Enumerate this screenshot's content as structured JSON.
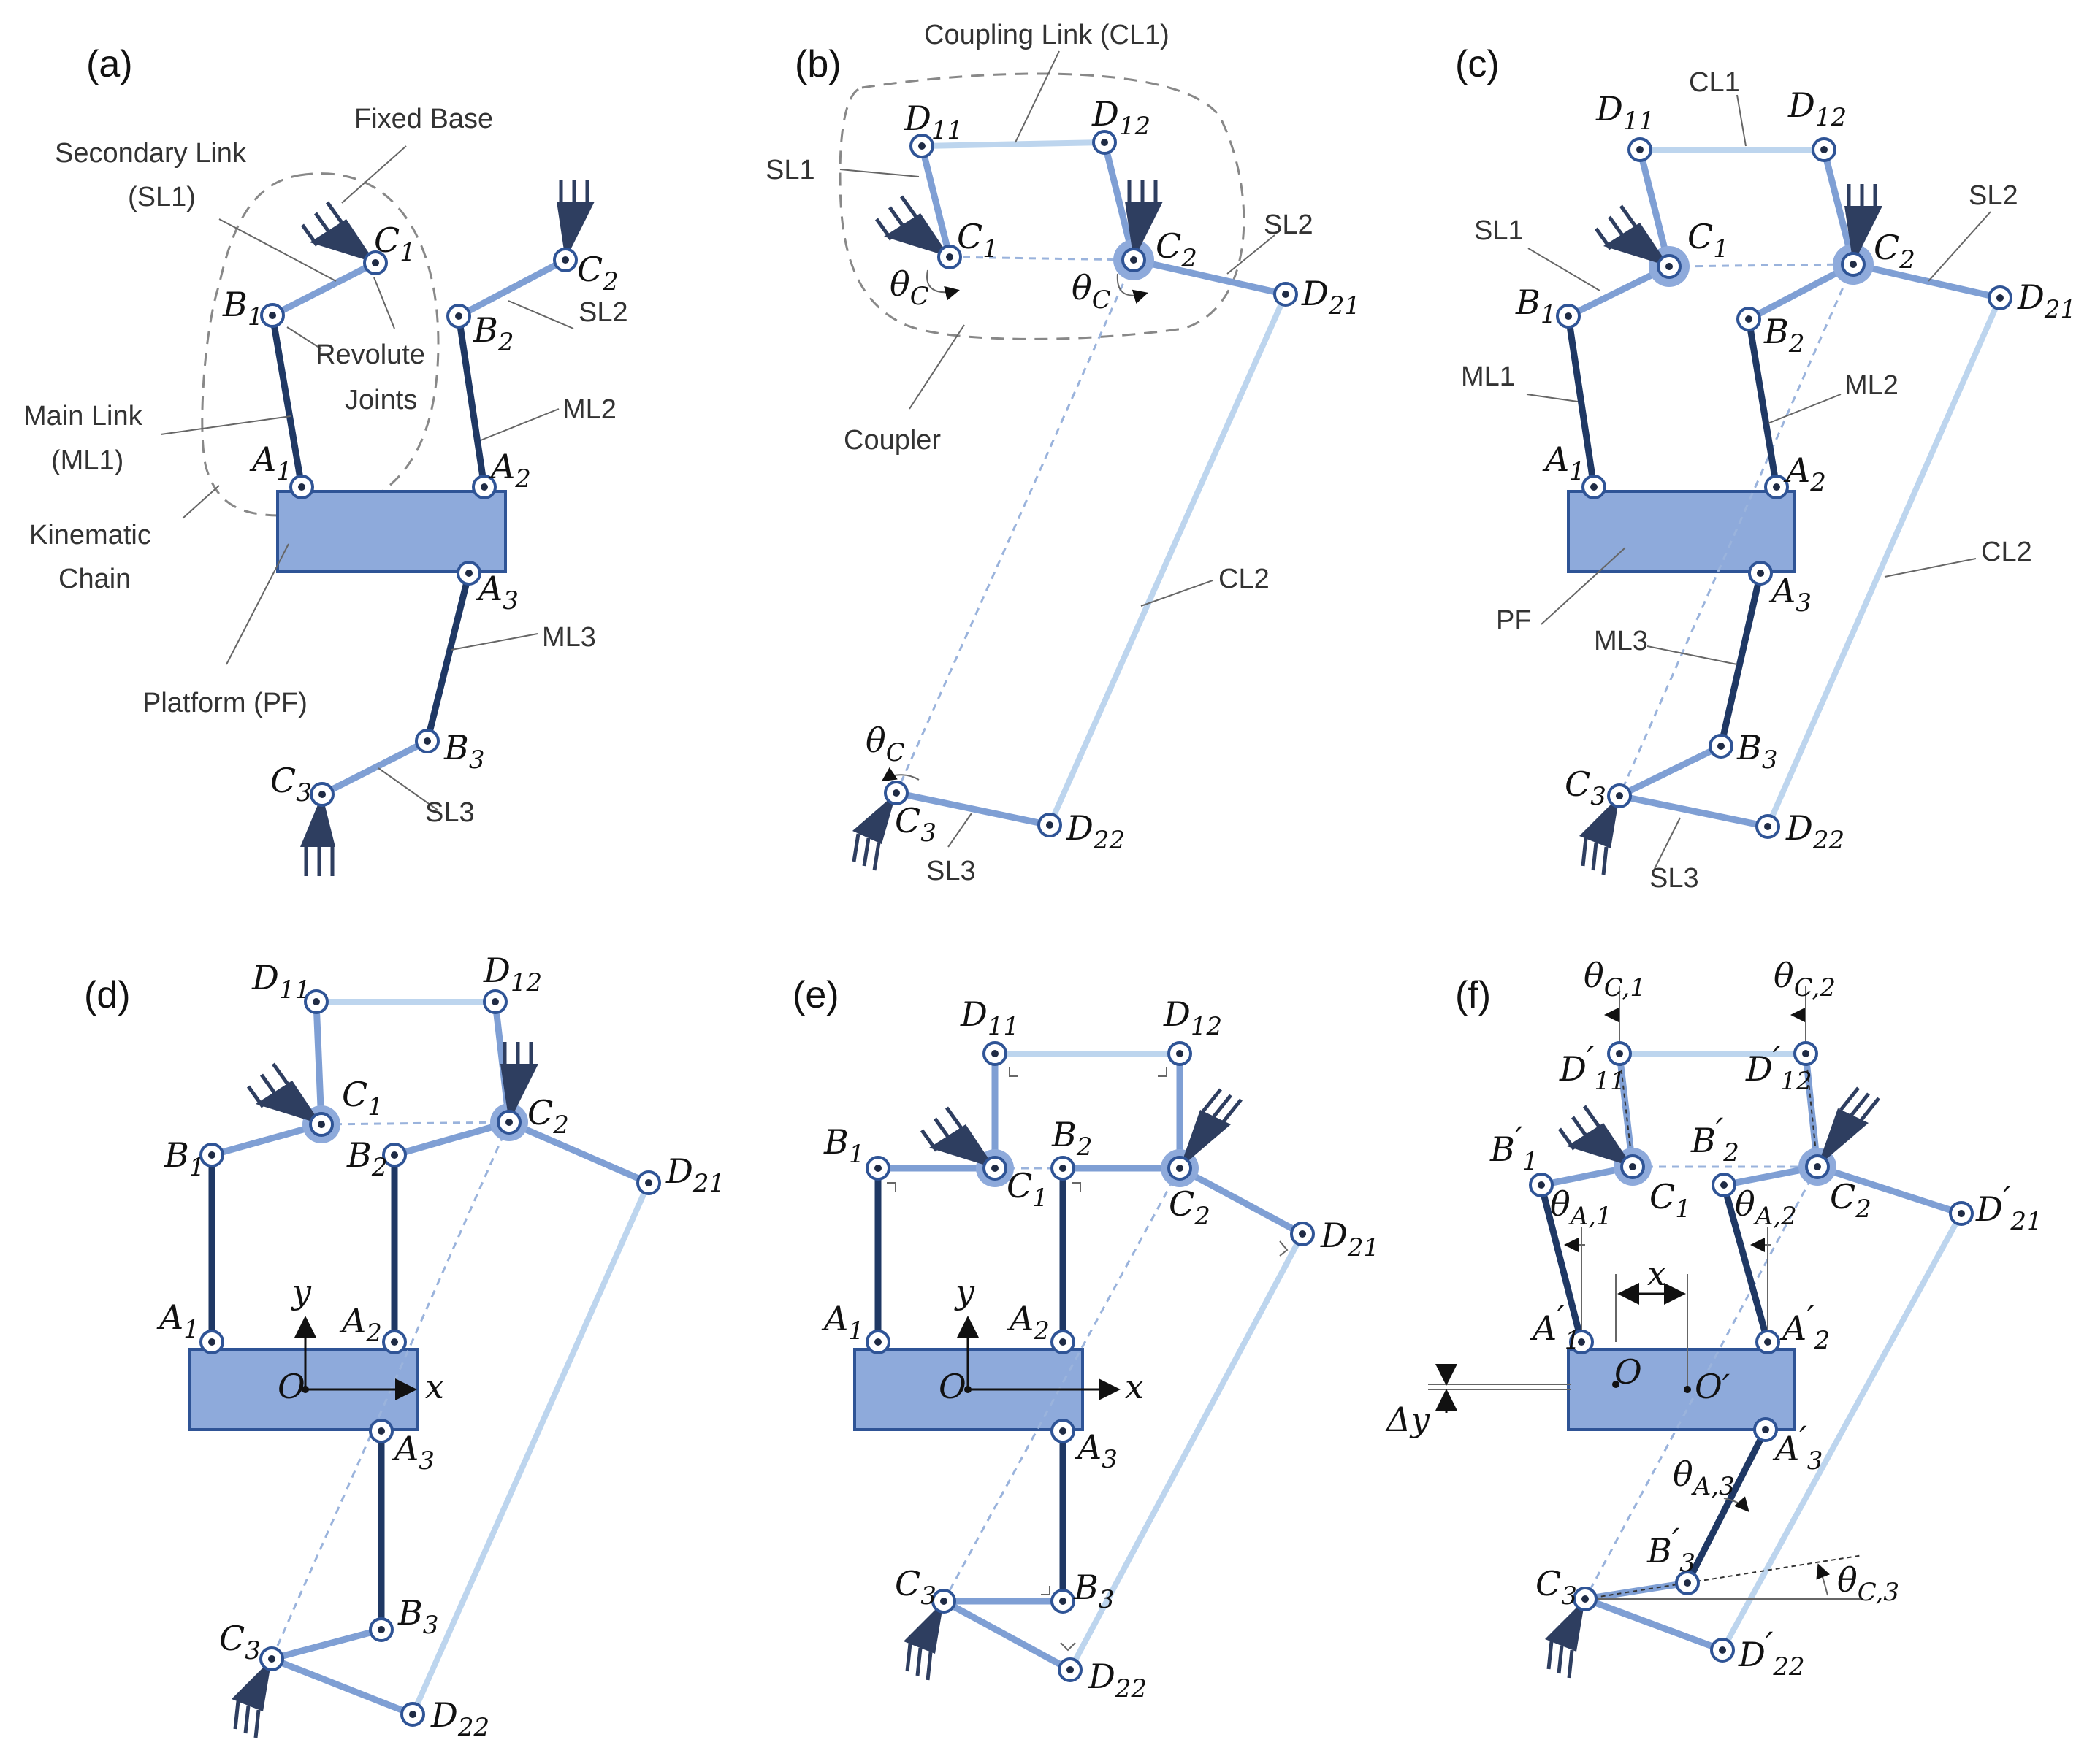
{
  "panels": [
    {
      "id": "a",
      "label": "(a)"
    },
    {
      "id": "b",
      "label": "(b)"
    },
    {
      "id": "c",
      "label": "(c)"
    },
    {
      "id": "d",
      "label": "(d)"
    },
    {
      "id": "e",
      "label": "(e)"
    },
    {
      "id": "f",
      "label": "(f)"
    }
  ],
  "callouts": {
    "fixed_base": "Fixed Base",
    "secondary_link_1": "Secondary Link",
    "secondary_link_2": "(SL1)",
    "revolute_1": "Revolute",
    "revolute_2": "Joints",
    "main_link_1": "Main Link",
    "main_link_2": "(ML1)",
    "kinematic_1": "Kinematic",
    "kinematic_2": "Chain",
    "platform": "Platform (PF)",
    "coupling_link": "Coupling Link (CL1)",
    "coupler": "Coupler",
    "SL1": "SL1",
    "SL2": "SL2",
    "SL3": "SL3",
    "ML1": "ML1",
    "ML2": "ML2",
    "ML3": "ML3",
    "CL1": "CL1",
    "CL2": "CL2",
    "PF": "PF"
  },
  "symbols": {
    "A": "A",
    "B": "B",
    "C": "C",
    "D": "D",
    "O": "O",
    "Oprime": "O′",
    "x": "x",
    "y": "y",
    "dy": "Δy",
    "theta": "θ",
    "thetaC": "C",
    "prime": "′",
    "s1": "1",
    "s2": "2",
    "s3": "3",
    "s11": "11",
    "s12": "12",
    "s21": "21",
    "s22": "22",
    "sC1": "C,1",
    "sC2": "C,2",
    "sC3": "C,3",
    "sA1": "A,1",
    "sA2": "A,2",
    "sA3": "A,3"
  }
}
